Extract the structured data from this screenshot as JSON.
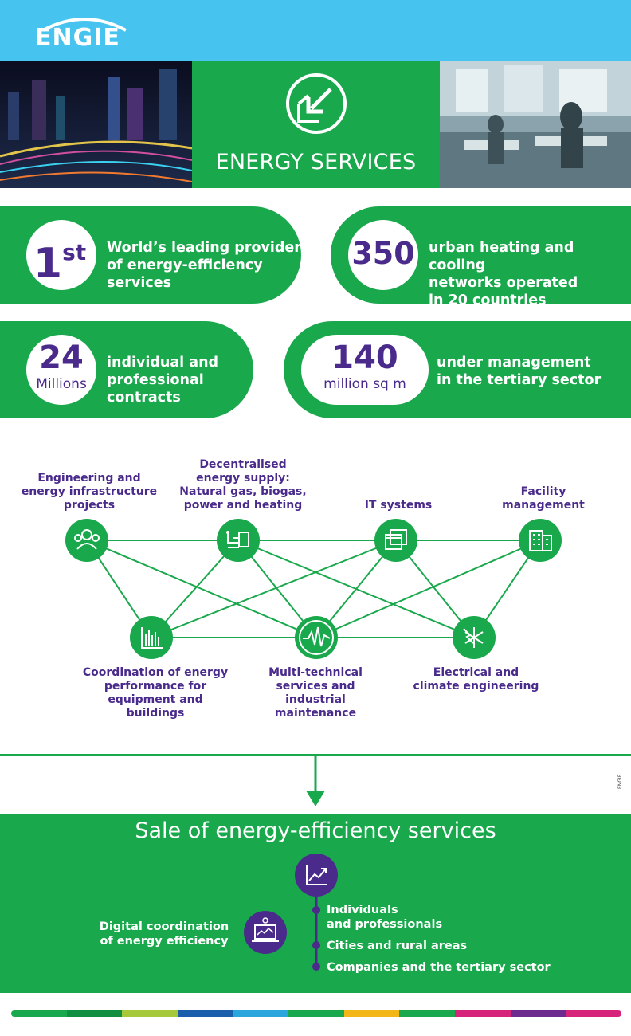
{
  "header": {
    "brand": "ENGIE"
  },
  "banner": {
    "title": "ENERGY SERVICES",
    "icon": "energy-services-arrow-icon"
  },
  "stats": [
    {
      "number": "1",
      "suffix": "st",
      "unit": "",
      "text": "World’s leading provider\nof energy-efficiency\nservices"
    },
    {
      "number": "350",
      "suffix": "",
      "unit": "",
      "text": "urban heating and cooling\nnetworks operated\nin 20 countries"
    },
    {
      "number": "24",
      "suffix": "",
      "unit": "Millions",
      "text": "individual and\nprofessional\ncontracts"
    },
    {
      "number": "140",
      "suffix": "",
      "unit": "million sq m",
      "text": "under management\nin the tertiary sector"
    }
  ],
  "network": {
    "top": [
      {
        "label": "Engineering and\nenergy infrastructure\nprojects",
        "icon": "people-group-icon"
      },
      {
        "label": "Decentralised\nenergy supply:\nNatural gas, biogas,\npower and heating",
        "icon": "circuit-building-icon"
      },
      {
        "label": "IT systems",
        "icon": "windows-icon"
      },
      {
        "label": "Facility\nmanagement",
        "icon": "office-building-icon"
      }
    ],
    "bottom": [
      {
        "label": "Coordination of energy\nperformance for\nequipment and buildings",
        "icon": "bar-chart-icon"
      },
      {
        "label": "Multi-technical\nservices and\nindustrial maintenance",
        "icon": "waveform-icon"
      },
      {
        "label": "Electrical and\nclimate engineering",
        "icon": "snowflake-lightning-icon"
      }
    ]
  },
  "sale": {
    "title": "Sale of energy-efficiency services",
    "digital_label": "Digital coordination\nof energy efficiency",
    "items": [
      "Individuals\nand professionals",
      "Cities and rural areas",
      "Companies and the tertiary sector"
    ],
    "trend_icon": "trend-chart-icon",
    "laptop_icon": "laptop-chart-icon"
  },
  "credit": "ENGIE",
  "colors": {
    "green": "#1aa84c",
    "purple": "#4a2b8c",
    "sky": "#47c3ef"
  },
  "stripe_colors": [
    "#1aa84c",
    "#0f8f3f",
    "#a5c93b",
    "#1b5eab",
    "#2aa6dc",
    "#1aa84c",
    "#f2b619",
    "#1aa84c",
    "#d6247a",
    "#6d2b8f",
    "#d6247a"
  ]
}
